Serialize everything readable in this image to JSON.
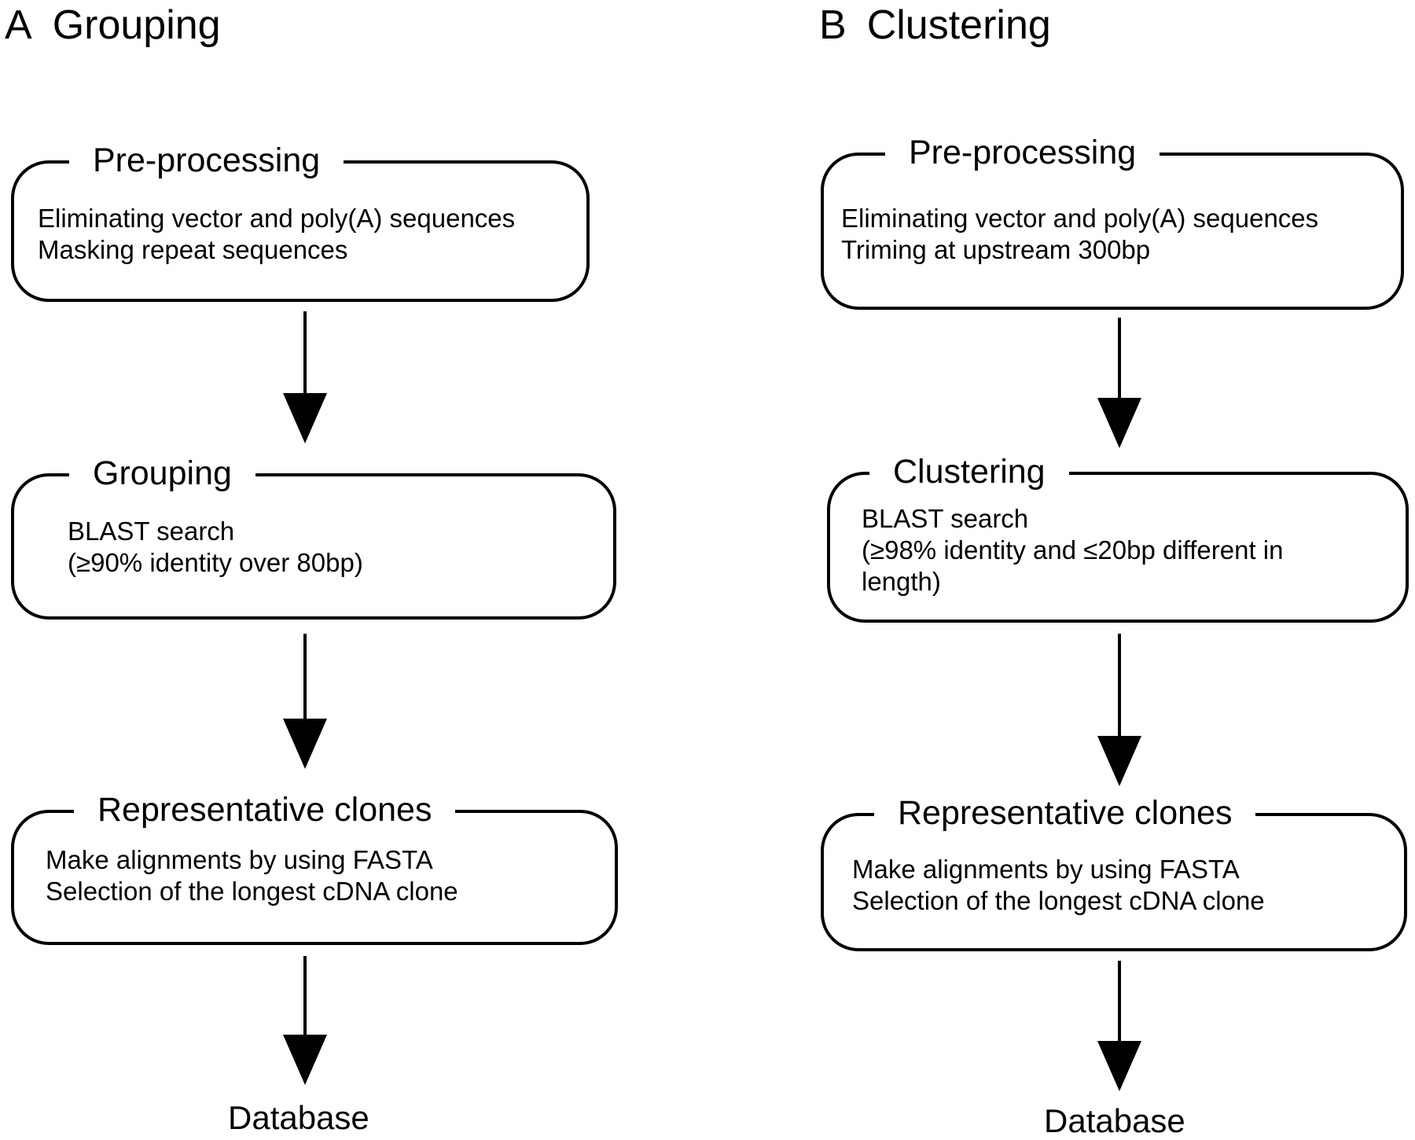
{
  "panel_a": {
    "letter": "A",
    "title": "Grouping",
    "steps": [
      {
        "title": "Pre-processing",
        "lines": [
          "Eliminating vector and poly(A) sequences",
          "Masking repeat sequences"
        ]
      },
      {
        "title": "Grouping",
        "lines": [
          "BLAST search",
          "(≥90% identity over 80bp)"
        ]
      },
      {
        "title": "Representative clones",
        "lines": [
          "Make alignments by using FASTA",
          "Selection of the longest cDNA clone"
        ]
      }
    ],
    "endpoint": "Database"
  },
  "panel_b": {
    "letter": "B",
    "title": "Clustering",
    "steps": [
      {
        "title": "Pre-processing",
        "lines": [
          "Eliminating vector and poly(A) sequences",
          "Triming at upstream 300bp"
        ]
      },
      {
        "title": "Clustering",
        "lines": [
          "BLAST search",
          "(≥98% identity and ≤20bp different in",
          "length)"
        ]
      },
      {
        "title": "Representative clones",
        "lines": [
          "Make alignments by using FASTA",
          "Selection of the longest cDNA clone"
        ]
      }
    ],
    "endpoint": "Database"
  }
}
